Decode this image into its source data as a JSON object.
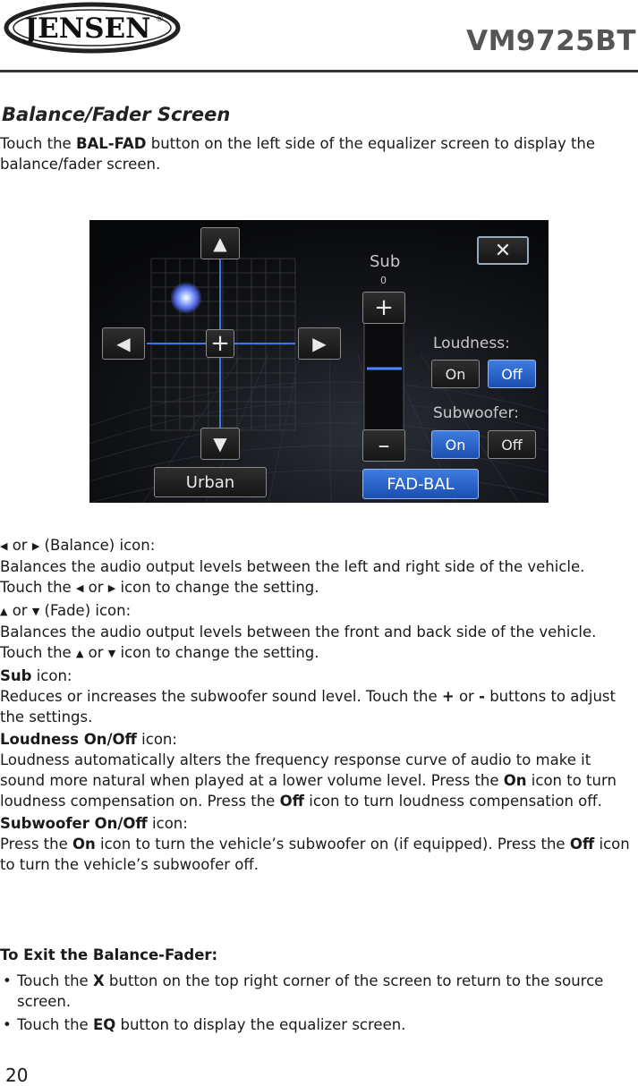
{
  "header": {
    "logo_text": "JENSEN",
    "logo_mark": "®",
    "model": "VM9725BT"
  },
  "intro": {
    "title": "Balance/Fader Screen",
    "text_pre": "Touch the ",
    "text_bold": "BAL-FAD",
    "text_post": " button on the left side of the equalizer screen to display the balance/fader screen."
  },
  "screen": {
    "up_glyph": "▲",
    "down_glyph": "▼",
    "left_glyph": "◀",
    "right_glyph": "▶",
    "center_glyph": "+",
    "close_glyph": "✕",
    "preset_label": "Urban",
    "sub_label": "Sub",
    "sub_value": "0",
    "sub_plus": "+",
    "sub_minus": "–",
    "loudness_label": "Loudness:",
    "subwoofer_label": "Subwoofer:",
    "on_label": "On",
    "off_label": "Off",
    "fadbal_label": "FAD-BAL",
    "loudness_state": "Off",
    "subwoofer_state": "On",
    "colors": {
      "active": "#2f66cc",
      "background": "#0c0d10",
      "line": "#3a78e8"
    }
  },
  "sections": [
    {
      "head": {
        "g1": "◀",
        "mid": " or ",
        "g2": "▶",
        "tail": " (Balance) icon:"
      },
      "body": "Balances the audio output levels between the left and right side of the vehicle.",
      "touch": {
        "pre": "Touch the ",
        "g1": "◀",
        "mid": " or ",
        "g2": "▶",
        "post": " icon to change the setting."
      }
    },
    {
      "head": {
        "g1": "▲",
        "mid": " or ",
        "g2": "▼",
        "tail": " (Fade) icon:"
      },
      "body": "Balances the audio output levels between the front and back side of the vehicle.",
      "touch": {
        "pre": "Touch the ",
        "g1": "▲",
        "mid": " or ",
        "g2": "▼",
        "post": " icon to change the setting."
      }
    }
  ],
  "sub": {
    "head_bold": "Sub",
    "head_tail": " icon:",
    "t1": "Reduces or increases the subwoofer sound level. Touch the ",
    "b1": "+",
    "t2": " or ",
    "b2": "-",
    "t3": " buttons to adjust the settings."
  },
  "loudness": {
    "head_bold": "Loudness On/Off",
    "head_tail": " icon:",
    "t1": "Loudness automatically alters the frequency response curve of audio to make it sound more natural when played at a lower volume level. Press the ",
    "b1": "On",
    "t2": " icon to turn loudness compensation on. Press the ",
    "b2": "Off",
    "t3": " icon to turn loudness compensation off."
  },
  "subwoofer": {
    "head_bold": "Subwoofer On/Off",
    "head_tail": " icon:",
    "t1": "Press the ",
    "b1": "On",
    "t2": " icon to turn the vehicle’s subwoofer on (if equipped). Press the ",
    "b2": "Off",
    "t3": " icon to turn the vehicle’s subwoofer off."
  },
  "exit": {
    "title": "To Exit the Balance-Fader:",
    "bullet": "•",
    "items": [
      {
        "pre": "Touch the ",
        "bold": "X",
        "post": " button on the top right corner of the screen to return to the source screen."
      },
      {
        "pre": "Touch the ",
        "bold": "EQ",
        "post": " button to display the equalizer screen."
      }
    ]
  },
  "page_number": "20"
}
